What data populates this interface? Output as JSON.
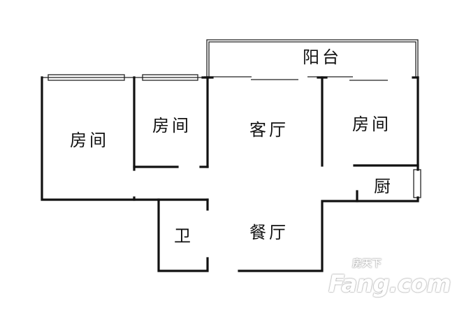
{
  "rooms": {
    "bedroom_left": "房间",
    "bedroom_middle": "房间",
    "living_room": "客厅",
    "bedroom_right": "房间",
    "kitchen": "厨",
    "bathroom": "卫",
    "dining_room": "餐厅",
    "balcony": "阳台"
  },
  "watermark": {
    "chinese": "房天下",
    "english": "Fang.com"
  }
}
